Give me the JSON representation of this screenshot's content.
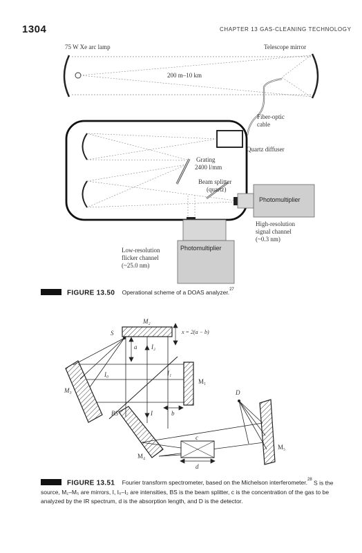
{
  "header": {
    "page_number": "1304",
    "running_head": "CHAPTER 13 GAS-CLEANING TECHNOLOGY"
  },
  "figure_13_50": {
    "lamp_label": "75 W Xe arc lamp",
    "telescope_label": "Telescope mirror",
    "distance_label": "200 m–10 km",
    "fiber_label_1": "Fiber-optic",
    "fiber_label_2": "cable",
    "diffuser_label": "Quartz diffuser",
    "grating_label_1": "Grating",
    "grating_label_2": "2400 l/mm",
    "splitter_label_1": "Beam splitter",
    "splitter_label_2": "(quartz)",
    "pm_right_label": "Photomultiplier",
    "pm_bottom_label": "Photomultiplier",
    "high_res_1": "High-resolution",
    "high_res_2": "signal channel",
    "high_res_3": "(~0.3 nm)",
    "low_res_1": "Low-resolution",
    "low_res_2": "flicker channel",
    "low_res_3": "(~25.0 nm)",
    "caption_label": "FIGURE 13.50",
    "caption_text": "Operational scheme of a DOAS analyzer.",
    "caption_ref": "27"
  },
  "figure_13_51": {
    "m2": "M₂",
    "s": "S",
    "equation": "x = 2(a − b)",
    "a": "a",
    "i2": "I₂",
    "i0": "I₀",
    "i1": "I₁",
    "m1": "M₁",
    "m3": "M₃",
    "d_detector": "D",
    "b": "b",
    "bs": "BS",
    "i": "I",
    "c": "c",
    "m4": "M₄",
    "m5": "M₅",
    "d_length": "d",
    "caption_label": "FIGURE 13.51",
    "caption_text_1": "Fourier transform spectrometer, based on the Michelson interferometer.",
    "caption_ref": "28",
    "caption_text_2": " S is the source, M₁–M₅ are mirrors, I, I₀–I₂ are intensities, BS is the beam splitter, c is the concentration of the gas to be analyzed by the IR spectrum, d is the absorption length, and D is the detector."
  }
}
